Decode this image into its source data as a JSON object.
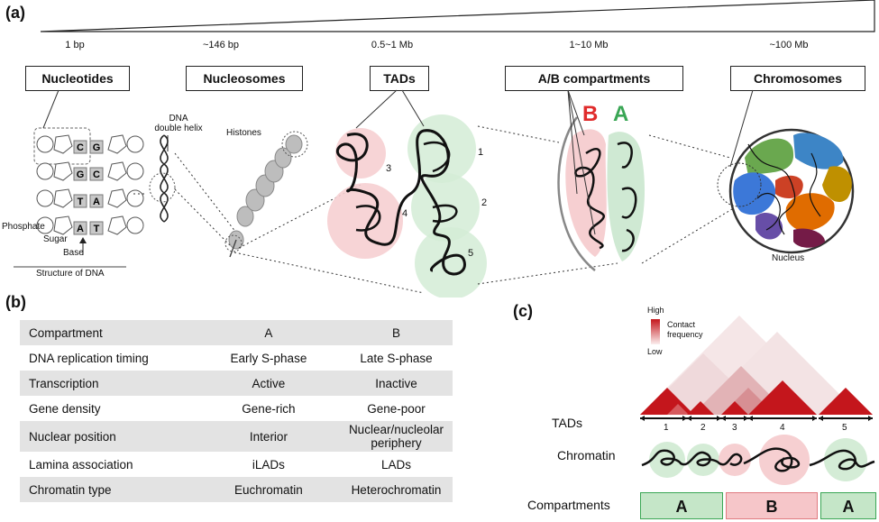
{
  "panels": {
    "a": "(a)",
    "b": "(b)",
    "c": "(c)"
  },
  "scales": [
    "1 bp",
    "~146 bp",
    "0.5~1 Mb",
    "1~10 Mb",
    "~100 Mb"
  ],
  "levels": [
    "Nucleotides",
    "Nucleosomes",
    "TADs",
    "A/B compartments",
    "Chromosomes"
  ],
  "nucleotides": {
    "bases": [
      "C",
      "G",
      "G",
      "C",
      "T",
      "A",
      "A",
      "T"
    ],
    "phosphate": "Phosphate",
    "sugar": "Sugar",
    "base": "Base",
    "caption": "Structure of DNA",
    "helix_label": "DNA\ndouble helix"
  },
  "nucleosomes": {
    "histones": "Histones"
  },
  "tad_numbers": [
    "1",
    "2",
    "3",
    "4",
    "5"
  ],
  "compartments_ab": {
    "b": "B",
    "a": "A"
  },
  "chromosomes": {
    "nucleus": "Nucleus"
  },
  "table": {
    "rows": [
      [
        "Compartment",
        "A",
        "B"
      ],
      [
        "DNA replication timing",
        "Early S-phase",
        "Late S-phase"
      ],
      [
        "Transcription",
        "Active",
        "Inactive"
      ],
      [
        "Gene density",
        "Gene-rich",
        "Gene-poor"
      ],
      [
        "Nuclear position",
        "Interior",
        "Nuclear/nucleolar periphery"
      ],
      [
        "Lamina association",
        "iLADs",
        "LADs"
      ],
      [
        "Chromatin type",
        "Euchromatin",
        "Heterochromatin"
      ]
    ]
  },
  "panel_c": {
    "legend_high": "High",
    "legend_low": "Low",
    "legend_title": "Contact frequency",
    "tads_label": "TADs",
    "tad_segments": [
      "1",
      "2",
      "3",
      "4",
      "5"
    ],
    "chromatin_label": "Chromatin",
    "compartments_label": "Compartments",
    "compartments": [
      "A",
      "B",
      "A"
    ]
  },
  "colors": {
    "red": "#c4161c",
    "green_fill": "#d4ecd6",
    "pink_fill": "#f6cfd1",
    "green_text": "#3aa655",
    "red_text": "#e02b2b"
  }
}
